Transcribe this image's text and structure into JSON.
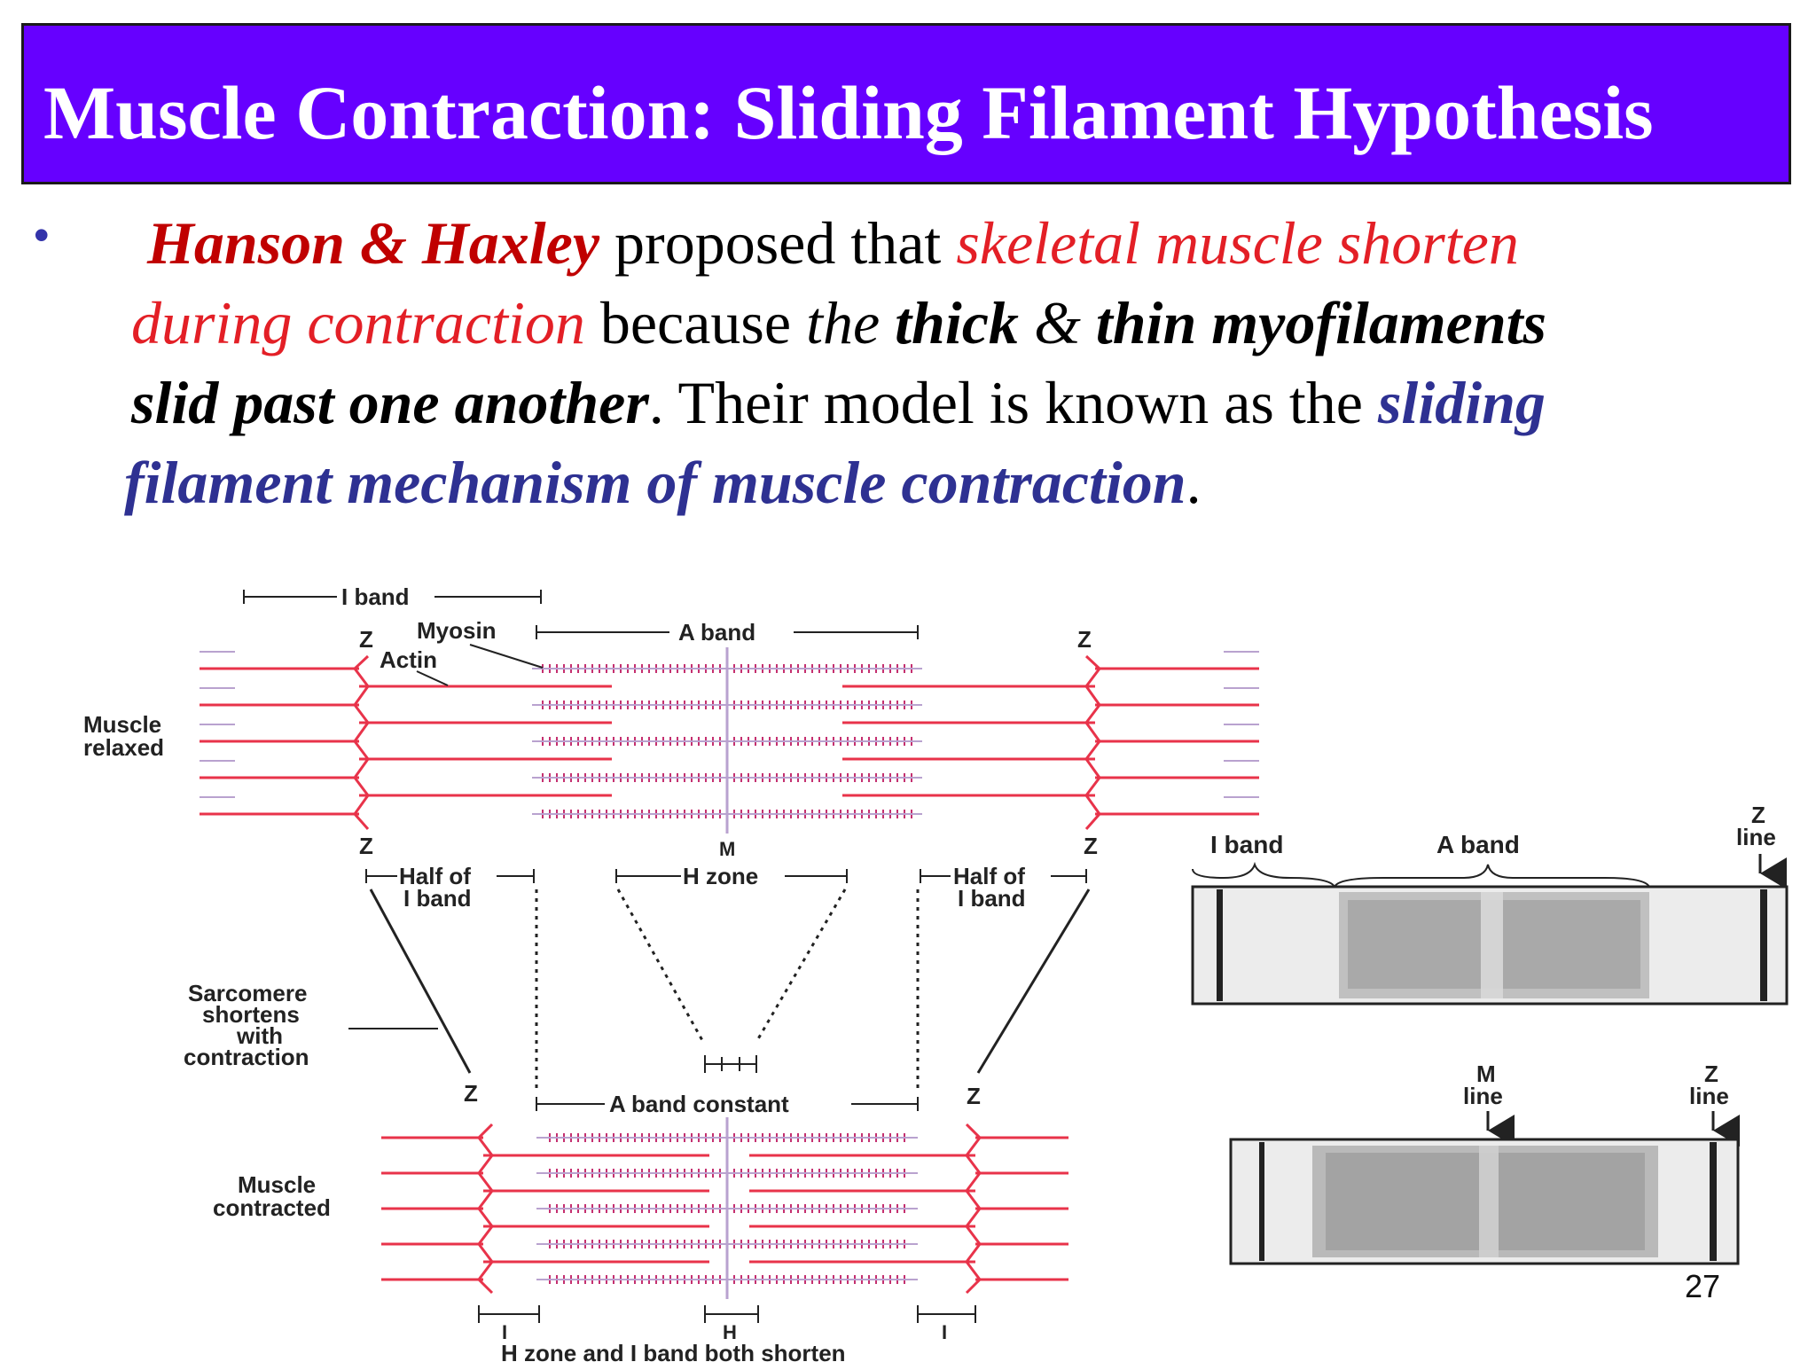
{
  "slide": {
    "title": "Muscle Contraction: Sliding Filament Hypothesis",
    "page_number": "27",
    "bullet": {
      "line1": {
        "authors": "Hanson & Haxley",
        "text1": " proposed that ",
        "red1": "skeletal muscle shorten"
      },
      "line2": {
        "red2": "during contraction",
        "text2": " because ",
        "the": "the ",
        "thick": "thick",
        "amp": " & ",
        "thin": "thin myofilaments"
      },
      "line3": {
        "slid": "slid past one another",
        "text3": ". Their model is known as the ",
        "sliding": "sliding"
      },
      "line4": {
        "mechanism": "filament mechanism of muscle contraction",
        "period": "."
      }
    }
  },
  "diagram": {
    "relaxed_label_1": "Muscle",
    "relaxed_label_2": "relaxed",
    "contracted_label_1": "Muscle",
    "contracted_label_2": "contracted",
    "i_band": "I band",
    "a_band": "A band",
    "myosin": "Myosin",
    "actin": "Actin",
    "z": "Z",
    "m": "M",
    "half_of_1": "Half of",
    "half_of_2": "I band",
    "h_zone": "H zone",
    "sarcomere_1": "Sarcomere",
    "sarcomere_2": "shortens",
    "sarcomere_3": "with",
    "sarcomere_4": "contraction",
    "a_band_constant": "A band constant",
    "i_small": "I",
    "h_small": "H",
    "h_and_i_shorten": "H zone and I band both shorten"
  },
  "micrograph": {
    "i_band": "I band",
    "a_band": "A band",
    "z_1": "Z",
    "line": "line",
    "m_1": "M"
  },
  "colors": {
    "title_bg": "#6600ff",
    "actin": "#e8334a",
    "myosin": "#b9a2cf"
  }
}
